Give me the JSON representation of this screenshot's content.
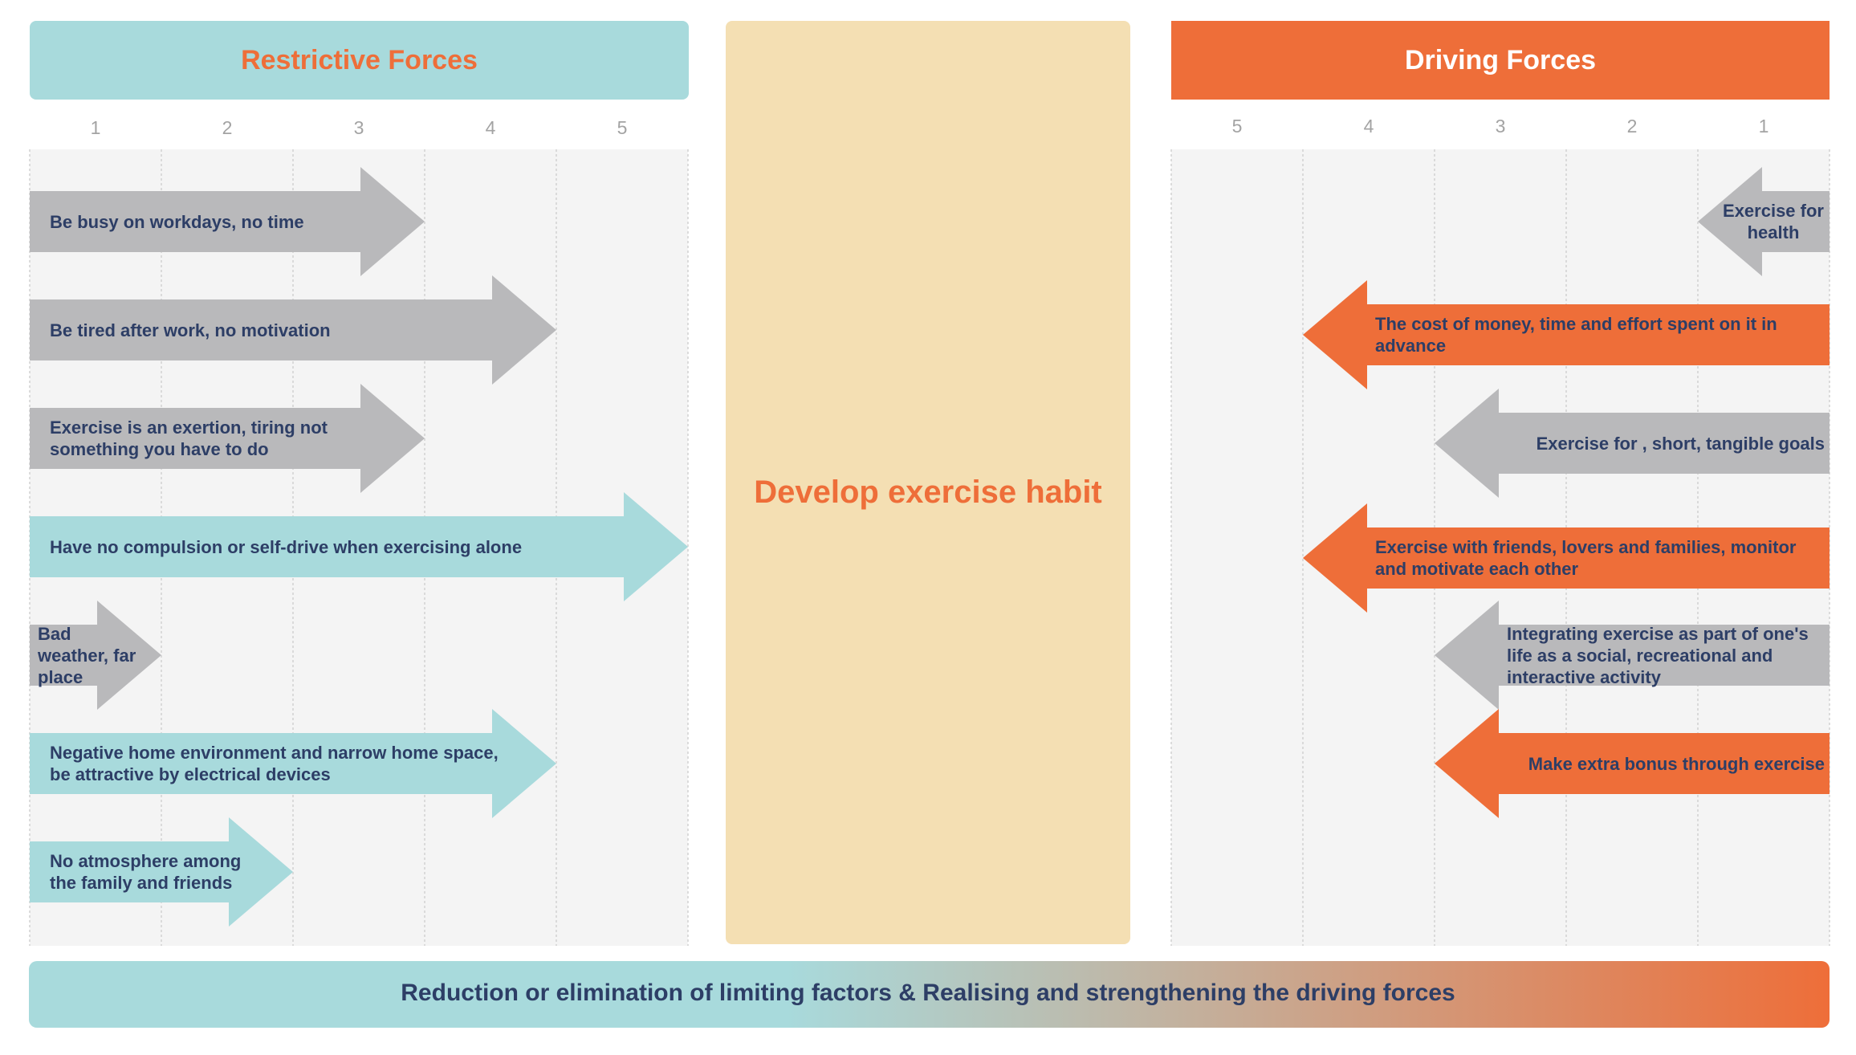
{
  "restrictive": {
    "title": "Restrictive Forces",
    "scale": [
      "1",
      "2",
      "3",
      "4",
      "5"
    ],
    "forces": [
      {
        "label": "Be busy on workdays, no time",
        "strength": 3,
        "color": "#b9b9bb"
      },
      {
        "label": "Be tired after work, no motivation",
        "strength": 4,
        "color": "#b9b9bb"
      },
      {
        "label": "Exercise is an exertion, tiring not something you have to do",
        "strength": 3,
        "color": "#b9b9bb"
      },
      {
        "label": "Have no compulsion or self-drive when exercising alone",
        "strength": 5,
        "color": "#a8dadc"
      },
      {
        "label": "Bad weather, far place",
        "strength": 1,
        "color": "#b9b9bb"
      },
      {
        "label": "Negative home environment and narrow home space, be attractive by electrical devices",
        "strength": 4,
        "color": "#a8dadc"
      },
      {
        "label": "No atmosphere among the family and friends",
        "strength": 2,
        "color": "#a8dadc"
      }
    ]
  },
  "goal": {
    "label": "Develop exercise habit"
  },
  "driving": {
    "title": "Driving Forces",
    "scale": [
      "5",
      "4",
      "3",
      "2",
      "1"
    ],
    "forces": [
      {
        "label": "Exercise for health",
        "strength": 1,
        "color": "#b9b9bb"
      },
      {
        "label": "The cost of money, time and effort spent on it in advance",
        "strength": 4,
        "color": "#ee6e39"
      },
      {
        "label": "Exercise for , short, tangible  goals",
        "strength": 3,
        "color": "#b9b9bb"
      },
      {
        "label": "Exercise with friends, lovers and families, monitor and motivate each other",
        "strength": 4,
        "color": "#ee6e39"
      },
      {
        "label": "Integrating exercise as part of one's life as a social, recreational and interactive activity",
        "strength": 3,
        "color": "#b9b9bb"
      },
      {
        "label": "Make extra bonus through exercise",
        "strength": 3,
        "color": "#ee6e39"
      }
    ]
  },
  "banner": {
    "label": "Reduction or elimination of limiting factors & Realising and strengthening the driving forces"
  },
  "colors": {
    "teal": "#a8dadc",
    "orange": "#ee6e39",
    "gray_arrow": "#b9b9bb",
    "beige": "#f4dfb3",
    "navy_text": "#2d3e66",
    "panel_bg": "#f4f4f4"
  }
}
